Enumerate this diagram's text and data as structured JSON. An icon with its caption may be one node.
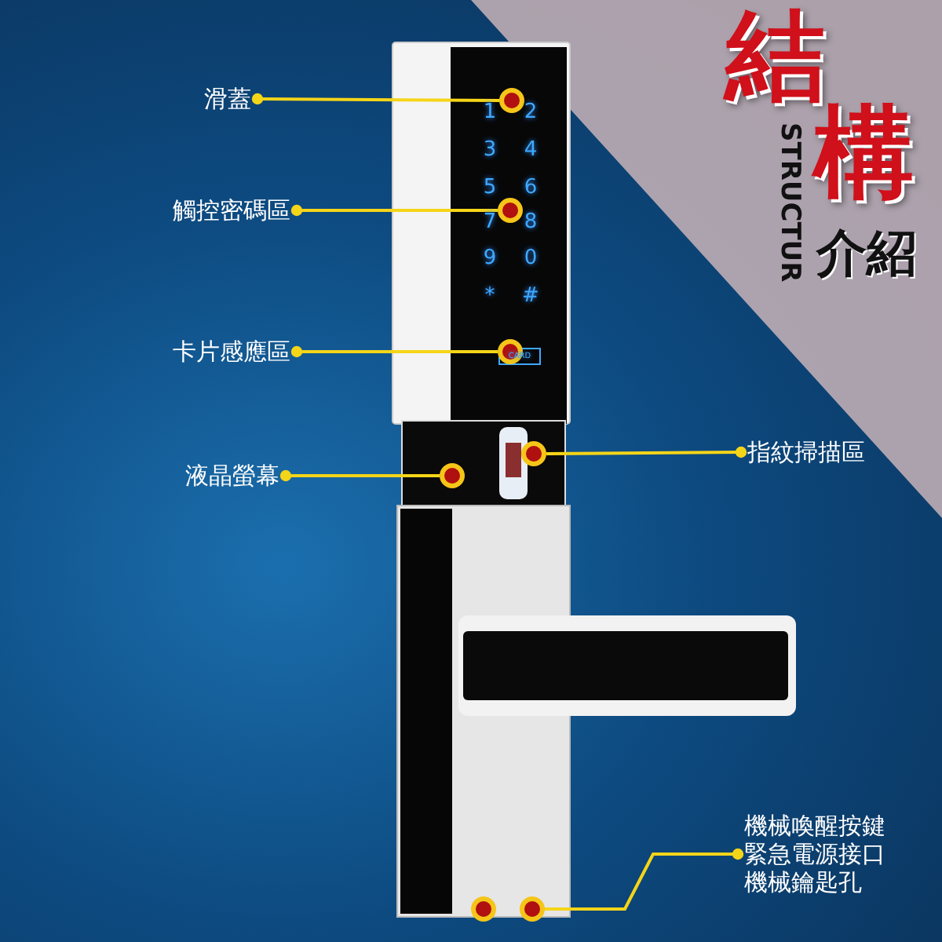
{
  "diagram": {
    "nodes": [
      {
        "text": [
          "滑蓋"
        ]
      },
      {
        "text": [],
        "shape": "circle"
      },
      {
        "text": [
          "觸控密碼區"
        ]
      },
      {
        "text": [],
        "shape": "circle"
      },
      {
        "text": [
          "卡片感應區"
        ]
      },
      {
        "text": [],
        "shape": "circle"
      },
      {
        "text": [
          "液晶螢幕"
        ]
      },
      {
        "text": [],
        "shape": "circle"
      },
      {
        "text": [
          "指紋掃描區"
        ]
      },
      {
        "text": [],
        "shape": "circle"
      },
      {
        "text": [
          "機械喚醒按鍵",
          "緊急電源接口",
          "機械鑰匙孔"
        ]
      },
      {
        "text": [],
        "shape": "circle"
      },
      {
        "text": [],
        "shape": "circle"
      }
    ],
    "edges": [
      {
        "from": 0,
        "to": 1,
        "arrow": "other"
      },
      {
        "from": 2,
        "to": 3,
        "arrow": "other"
      },
      {
        "from": 4,
        "to": 5,
        "arrow": "other"
      },
      {
        "from": 6,
        "to": 7,
        "arrow": "other"
      },
      {
        "from": 8,
        "to": 9,
        "arrow": "other"
      },
      {
        "from": 10,
        "to": 12,
        "arrow": "other"
      }
    ],
    "labels": [
      "結",
      "構",
      "STRUCTUR",
      "介紹",
      "1",
      "2",
      "3",
      "4",
      "5",
      "6",
      "7",
      "8",
      "9",
      "0",
      "*",
      "#",
      "CARD"
    ]
  }
}
